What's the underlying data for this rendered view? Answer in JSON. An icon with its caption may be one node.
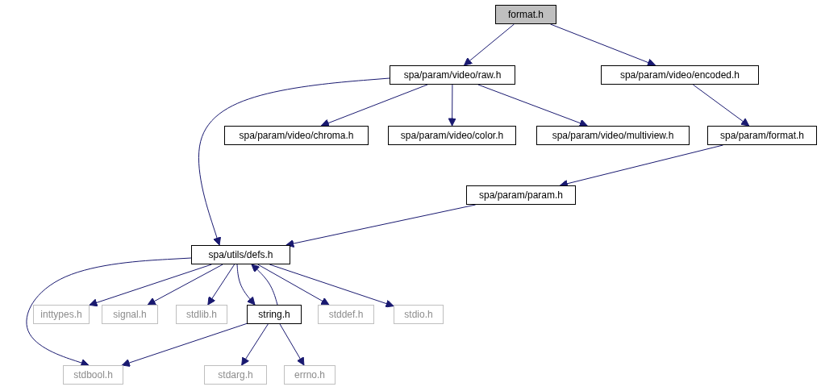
{
  "diagram": {
    "nodes": [
      {
        "text": [
          "format.h"
        ]
      },
      {
        "text": [
          "spa/param/video/raw.h"
        ]
      },
      {
        "text": [
          "spa/param/video/encoded.h"
        ]
      },
      {
        "text": [
          "spa/param/video/chroma.h"
        ]
      },
      {
        "text": [
          "spa/param/video/color.h"
        ]
      },
      {
        "text": [
          "spa/param/video/multiview.h"
        ]
      },
      {
        "text": [
          "spa/param/format.h"
        ]
      },
      {
        "text": [
          "spa/param/param.h"
        ]
      },
      {
        "text": [
          "spa/utils/defs.h"
        ]
      },
      {
        "text": [
          "inttypes.h"
        ]
      },
      {
        "text": [
          "signal.h"
        ]
      },
      {
        "text": [
          "stdlib.h"
        ]
      },
      {
        "text": [
          "string.h"
        ]
      },
      {
        "text": [
          "stddef.h"
        ]
      },
      {
        "text": [
          "stdio.h"
        ]
      },
      {
        "text": [
          "stdbool.h"
        ]
      },
      {
        "text": [
          "stdarg.h"
        ]
      },
      {
        "text": [
          "errno.h"
        ]
      }
    ],
    "edges": [
      {
        "from": 0,
        "to": 1,
        "arrow": "to"
      },
      {
        "from": 0,
        "to": 2,
        "arrow": "to"
      },
      {
        "from": 1,
        "to": 8,
        "arrow": "to"
      },
      {
        "from": 1,
        "to": 3,
        "arrow": "to"
      },
      {
        "from": 1,
        "to": 4,
        "arrow": "to"
      },
      {
        "from": 1,
        "to": 5,
        "arrow": "to"
      },
      {
        "from": 2,
        "to": 6,
        "arrow": "to"
      },
      {
        "from": 6,
        "to": 7,
        "arrow": "to"
      },
      {
        "from": 7,
        "to": 8,
        "arrow": "to"
      },
      {
        "from": 8,
        "to": 15,
        "arrow": "to"
      },
      {
        "from": 8,
        "to": 9,
        "arrow": "to"
      },
      {
        "from": 8,
        "to": 10,
        "arrow": "to"
      },
      {
        "from": 8,
        "to": 11,
        "arrow": "to"
      },
      {
        "from": 8,
        "to": 12,
        "arrow": "to"
      },
      {
        "from": 8,
        "to": 13,
        "arrow": "to"
      },
      {
        "from": 8,
        "to": 14,
        "arrow": "to"
      },
      {
        "from": 12,
        "to": 8,
        "arrow": "to"
      },
      {
        "from": 12,
        "to": 15,
        "arrow": "to"
      },
      {
        "from": 12,
        "to": 16,
        "arrow": "to"
      },
      {
        "from": 12,
        "to": 17,
        "arrow": "to"
      }
    ]
  }
}
